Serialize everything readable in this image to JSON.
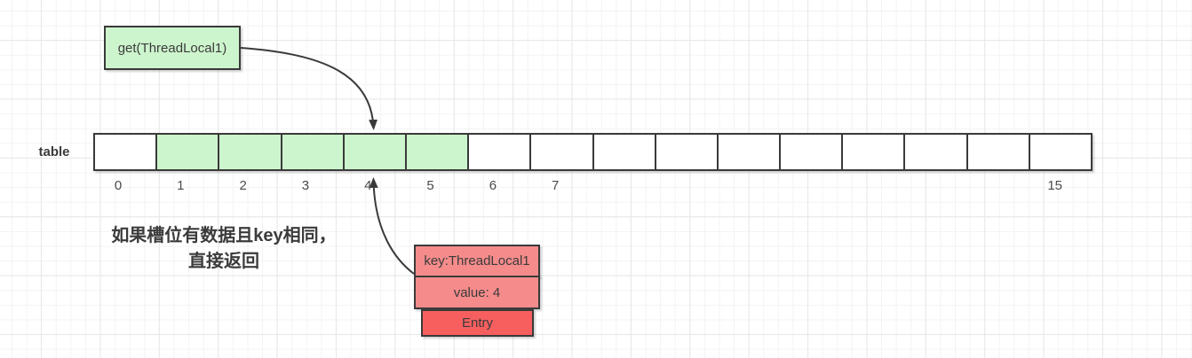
{
  "colors": {
    "green_fill": "#cdf5cd",
    "red_light": "#f58b8b",
    "red_dark": "#f75f5f",
    "stroke": "#3a3a3a",
    "text": "#3b3b3b",
    "index_label": "#4a4a4a"
  },
  "get_box": {
    "label": "get(ThreadLocal1)"
  },
  "table": {
    "label": "table",
    "cell_count": 16,
    "highlighted_cells": [
      1,
      2,
      3,
      4,
      5
    ],
    "index_labels": [
      {
        "cell": 0,
        "text": "0"
      },
      {
        "cell": 1,
        "text": "1"
      },
      {
        "cell": 2,
        "text": "2"
      },
      {
        "cell": 3,
        "text": "3"
      },
      {
        "cell": 4,
        "text": "4"
      },
      {
        "cell": 5,
        "text": "5"
      },
      {
        "cell": 6,
        "text": "6"
      },
      {
        "cell": 7,
        "text": "7"
      },
      {
        "cell": 15,
        "text": "15"
      }
    ]
  },
  "note": {
    "line1": "如果槽位有数据且key相同，",
    "line2": "直接返回"
  },
  "entry": {
    "key": "key:ThreadLocal1",
    "value": "value: 4",
    "title": "Entry"
  },
  "arrows": [
    {
      "from": "get-box",
      "to": "table-cell-4"
    },
    {
      "from": "entry-key-box",
      "to": "table-cell-4"
    }
  ]
}
